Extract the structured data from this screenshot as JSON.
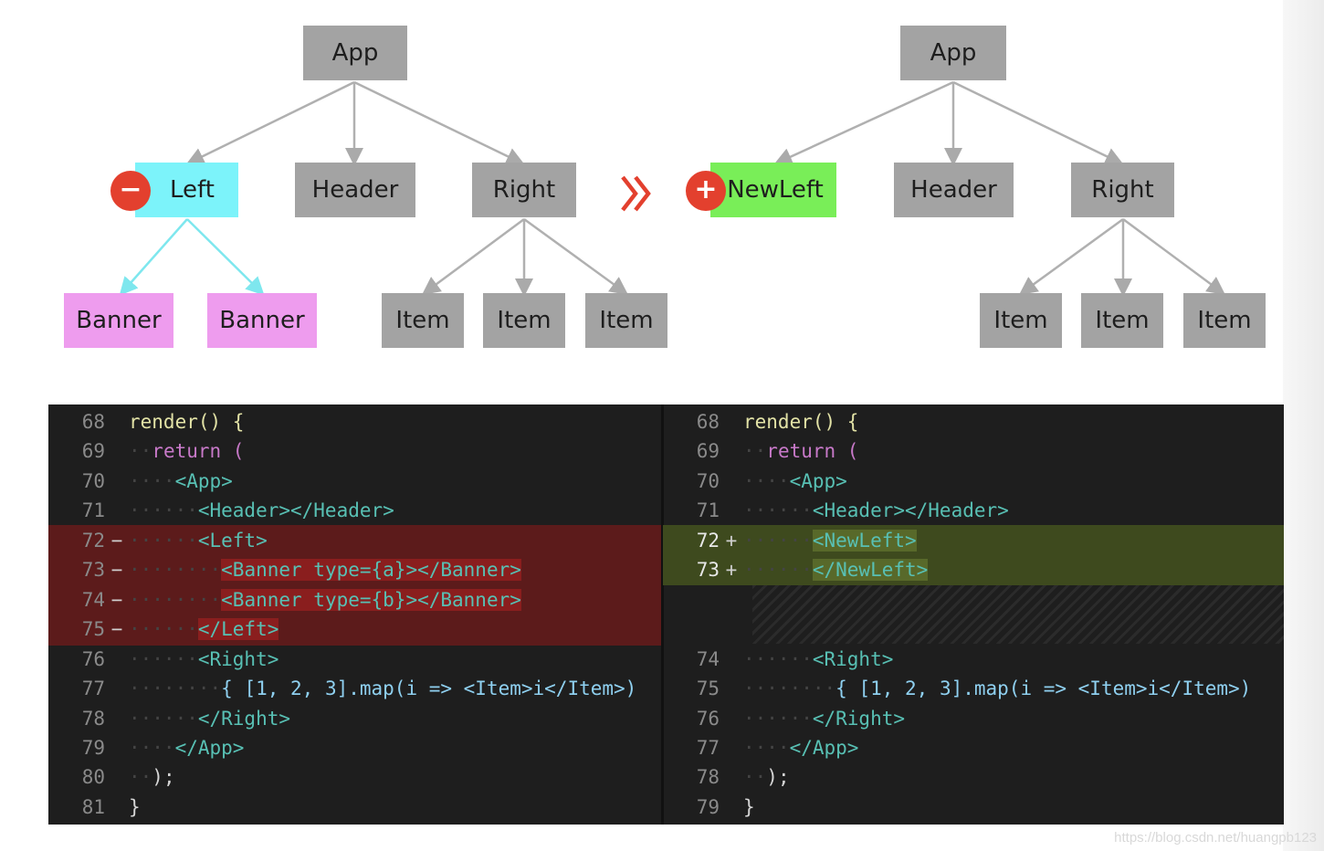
{
  "diagram": {
    "before": {
      "root": "App",
      "children": [
        "Left",
        "Header",
        "Right"
      ],
      "left_children": [
        "Banner",
        "Banner"
      ],
      "right_children": [
        "Item",
        "Item",
        "Item"
      ],
      "removed_badge": "−"
    },
    "after": {
      "root": "App",
      "children": [
        "NewLeft",
        "Header",
        "Right"
      ],
      "right_children": [
        "Item",
        "Item",
        "Item"
      ],
      "added_badge": "+"
    },
    "transition_icon": "double-chevron-right",
    "colors": {
      "node_gray": "#a3a3a3",
      "removed_node": "#7cf3fa",
      "removed_children": "#ee9cee",
      "added_node": "#79ee58",
      "badge": "#e3402e"
    }
  },
  "code_diff": {
    "left": {
      "line_numbers": [
        "68",
        "69",
        "70",
        "71",
        "72",
        "73",
        "74",
        "75",
        "76",
        "77",
        "78",
        "79",
        "80",
        "81"
      ],
      "removed_lines": [
        "72",
        "73",
        "74",
        "75"
      ],
      "lines": [
        "render() {",
        "return (",
        "<App>",
        "<Header></Header>",
        "<Left>",
        "<Banner type={a}></Banner>",
        "<Banner type={b}></Banner>",
        "</Left>",
        "<Right>",
        "{ [1, 2, 3].map(i => <Item>i</Item>)",
        "</Right>",
        "</App>",
        ");",
        "}"
      ]
    },
    "right": {
      "line_numbers": [
        "68",
        "69",
        "70",
        "71",
        "72",
        "73",
        "74",
        "75",
        "76",
        "77",
        "78",
        "79"
      ],
      "added_lines": [
        "72",
        "73"
      ],
      "lines": [
        "render() {",
        "return (",
        "<App>",
        "<Header></Header>",
        "<NewLeft>",
        "</NewLeft>",
        "<Right>",
        "{ [1, 2, 3].map(i => <Item>i</Item>)",
        "</Right>",
        "</App>",
        ");",
        "}"
      ]
    },
    "markers": {
      "removed": "−",
      "added": "+"
    }
  },
  "watermark": "https://blog.csdn.net/huangpb123"
}
